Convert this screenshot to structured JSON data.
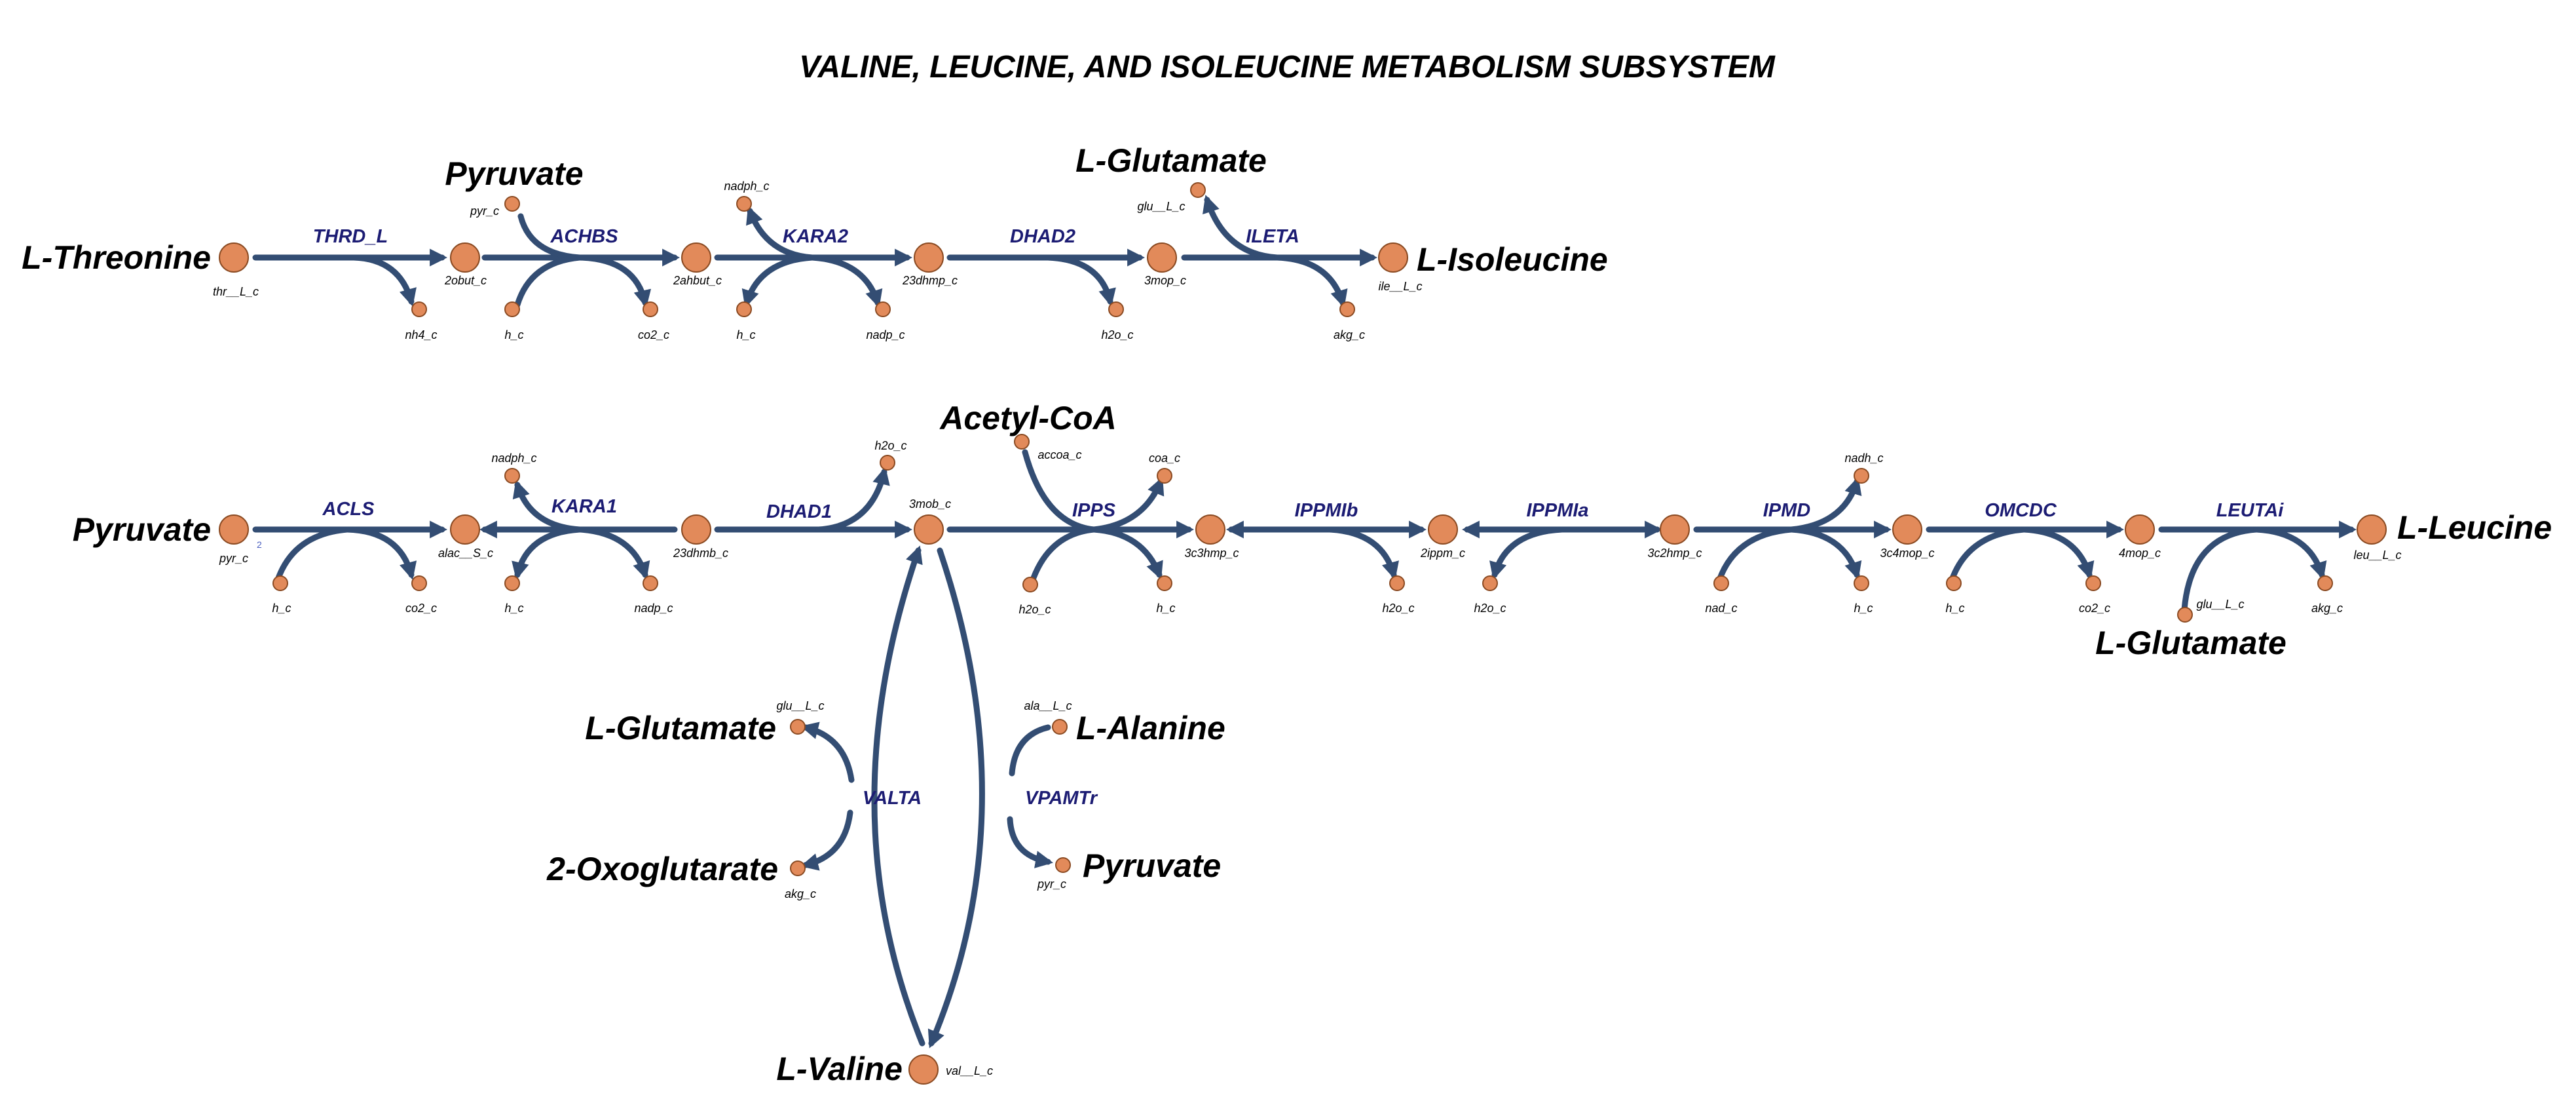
{
  "title": "VALINE, LEUCINE, AND ISOLEUCINE METABOLISM SUBSYSTEM",
  "colors": {
    "edge": "#334d73",
    "node_fill": "#e28a5a",
    "node_stroke": "#8a4a22",
    "reaction_text": "#1c1c73"
  },
  "metabolites": {
    "thr": {
      "label": "L-Threonine",
      "id": "thr__L_c"
    },
    "obut": {
      "id": "2obut_c"
    },
    "pyr_top": {
      "label": "Pyruvate",
      "id": "pyr_c"
    },
    "ahbut": {
      "id": "2ahbut_c"
    },
    "dhmp": {
      "id": "23dhmp_c"
    },
    "mop3": {
      "id": "3mop_c"
    },
    "glu_top": {
      "label": "L-Glutamate",
      "id": "glu__L_c"
    },
    "ile": {
      "label": "L-Isoleucine",
      "id": "ile__L_c"
    },
    "nh4": {
      "id": "nh4_c"
    },
    "h_achbs": {
      "id": "h_c"
    },
    "co2_achbs": {
      "id": "co2_c"
    },
    "nadph_kara2": {
      "id": "nadph_c"
    },
    "h_kara2": {
      "id": "h_c"
    },
    "nadp_kara2": {
      "id": "nadp_c"
    },
    "h2o_dhad2": {
      "id": "h2o_c"
    },
    "akg_ileta": {
      "id": "akg_c"
    },
    "pyr_mid": {
      "label": "Pyruvate",
      "id": "pyr_c",
      "mark": "2"
    },
    "alac": {
      "id": "alac__S_c"
    },
    "dhmb": {
      "id": "23dhmb_c"
    },
    "mob": {
      "id": "3mob_c"
    },
    "c3hmp": {
      "id": "3c3hmp_c"
    },
    "ippm": {
      "id": "2ippm_c"
    },
    "c2hmp": {
      "id": "3c2hmp_c"
    },
    "c4mop": {
      "id": "3c4mop_c"
    },
    "mop4": {
      "id": "4mop_c"
    },
    "leu": {
      "label": "L-Leucine",
      "id": "leu__L_c"
    },
    "h_acls": {
      "id": "h_c"
    },
    "co2_acls": {
      "id": "co2_c"
    },
    "nadph_kara1": {
      "id": "nadph_c"
    },
    "h_kara1": {
      "id": "h_c"
    },
    "nadp_kara1": {
      "id": "nadp_c"
    },
    "h2o_dhad1": {
      "id": "h2o_c"
    },
    "accoa": {
      "label": "Acetyl-CoA",
      "id": "accoa_c"
    },
    "coa": {
      "id": "coa_c"
    },
    "h2o_ipps": {
      "id": "h2o_c"
    },
    "h_ipps": {
      "id": "h_c"
    },
    "h2o_ippmib": {
      "id": "h2o_c"
    },
    "h2o_ippmia": {
      "id": "h2o_c"
    },
    "nad_ipmd": {
      "id": "nad_c"
    },
    "nadh_ipmd": {
      "id": "nadh_c"
    },
    "h_ipmd": {
      "id": "h_c"
    },
    "h_omcdc": {
      "id": "h_c"
    },
    "co2_omcdc": {
      "id": "co2_c"
    },
    "glu_leutai": {
      "label": "L-Glutamate",
      "id": "glu__L_c"
    },
    "akg_leutai": {
      "id": "akg_c"
    },
    "glu_valta": {
      "label": "L-Glutamate",
      "id": "glu__L_c"
    },
    "akg_valta": {
      "label": "2-Oxoglutarate",
      "id": "akg_c"
    },
    "ala": {
      "label": "L-Alanine",
      "id": "ala__L_c"
    },
    "pyr_vpamtr": {
      "label": "Pyruvate",
      "id": "pyr_c"
    },
    "val": {
      "label": "L-Valine",
      "id": "val__L_c"
    }
  },
  "reactions": {
    "thrd_l": "THRD_L",
    "achbs": "ACHBS",
    "kara2": "KARA2",
    "dhad2": "DHAD2",
    "ileta": "ILETA",
    "acls": "ACLS",
    "kara1": "KARA1",
    "dhad1": "DHAD1",
    "ipps": "IPPS",
    "ippmib": "IPPMIb",
    "ippmia": "IPPMIa",
    "ipmd": "IPMD",
    "omcdc": "OMCDC",
    "leutai": "LEUTAi",
    "valta": "VALTA",
    "vpamtr": "VPAMTr"
  }
}
